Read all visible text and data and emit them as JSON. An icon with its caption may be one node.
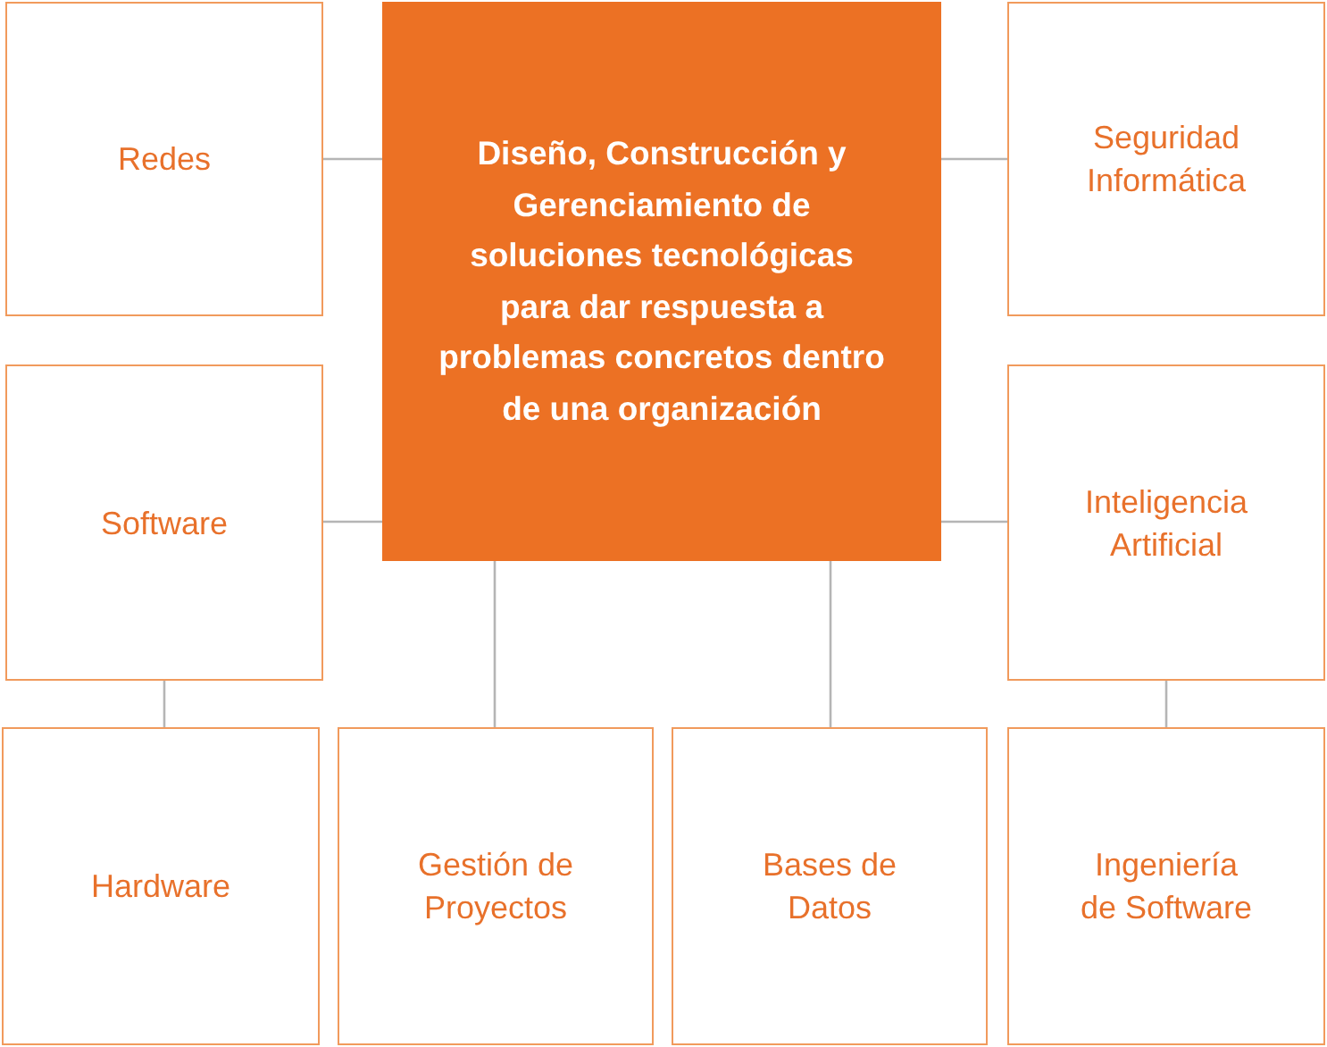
{
  "diagram": {
    "nodes": [
      {
        "text": [
          "Redes"
        ]
      },
      {
        "text": [
          "Diseño, Construcción y Gerenciamiento de soluciones tecnológicas para dar respuesta a problemas concretos dentro de una organización"
        ]
      },
      {
        "text": [
          "Seguridad Informática"
        ]
      },
      {
        "text": [
          "Software"
        ]
      },
      {
        "text": [
          "Inteligencia Artificial"
        ]
      },
      {
        "text": [
          "Hardware"
        ]
      },
      {
        "text": [
          "Gestión de Proyectos"
        ]
      },
      {
        "text": [
          "Bases de Datos"
        ]
      },
      {
        "text": [
          "Ingeniería de Software"
        ]
      }
    ],
    "edges": [
      {
        "from": 1,
        "to": 0,
        "arrow": "none"
      },
      {
        "from": 1,
        "to": 2,
        "arrow": "none"
      },
      {
        "from": 1,
        "to": 3,
        "arrow": "none"
      },
      {
        "from": 1,
        "to": 4,
        "arrow": "none"
      },
      {
        "from": 3,
        "to": 5,
        "arrow": "none"
      },
      {
        "from": 1,
        "to": 6,
        "arrow": "none"
      },
      {
        "from": 1,
        "to": 7,
        "arrow": "none"
      },
      {
        "from": 4,
        "to": 8,
        "arrow": "none"
      }
    ]
  }
}
